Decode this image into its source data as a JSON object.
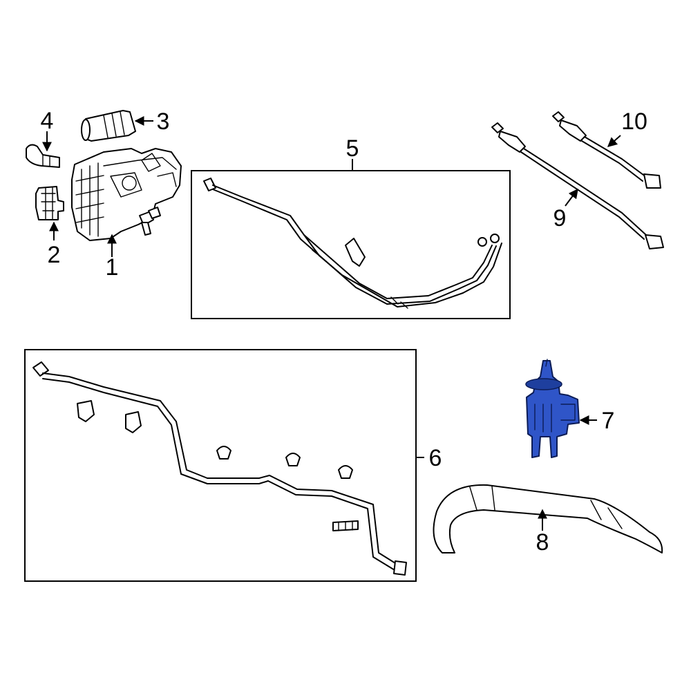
{
  "callouts": {
    "c1": "1",
    "c2": "2",
    "c3": "3",
    "c4": "4",
    "c5": "5",
    "c6": "6",
    "c7": "7",
    "c8": "8",
    "c9": "9",
    "c10": "10"
  },
  "colors": {
    "highlight_part": "#2f55c8",
    "line_art": "#000000",
    "background": "#ffffff"
  }
}
